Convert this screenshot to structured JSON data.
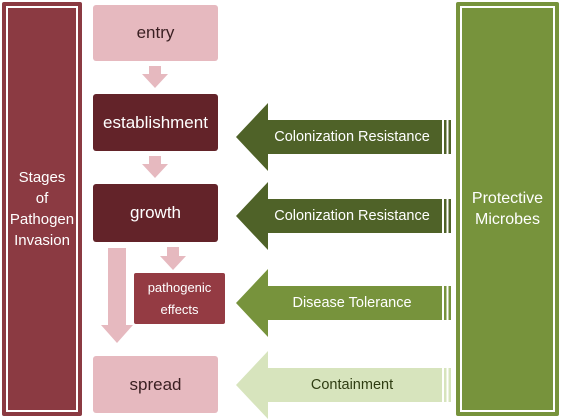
{
  "left_bar": {
    "lines": [
      "Stages",
      "of",
      "Pathogen",
      "Invasion"
    ]
  },
  "right_bar": {
    "lines": [
      "Protective",
      "Microbes"
    ]
  },
  "stages": {
    "entry": "entry",
    "establishment": "establishment",
    "growth": "growth",
    "pathogenic_effects": [
      "pathogenic",
      "effects"
    ],
    "spread": "spread"
  },
  "arrows": [
    {
      "label": "Colonization Resistance",
      "color": "#4f6228"
    },
    {
      "label": "Colonization Resistance",
      "color": "#4f6228"
    },
    {
      "label": "Disease Tolerance",
      "color": "#77933c"
    },
    {
      "label": "Containment",
      "color": "#d7e4bd"
    }
  ],
  "colors": {
    "pathogen_dark": "#632329",
    "pathogen_medium": "#943b43",
    "pathogen_light": "#e6b9bf",
    "left_bar": "#8b3a42",
    "right_bar": "#77933c",
    "down_arrow": "#e6b9bf"
  }
}
